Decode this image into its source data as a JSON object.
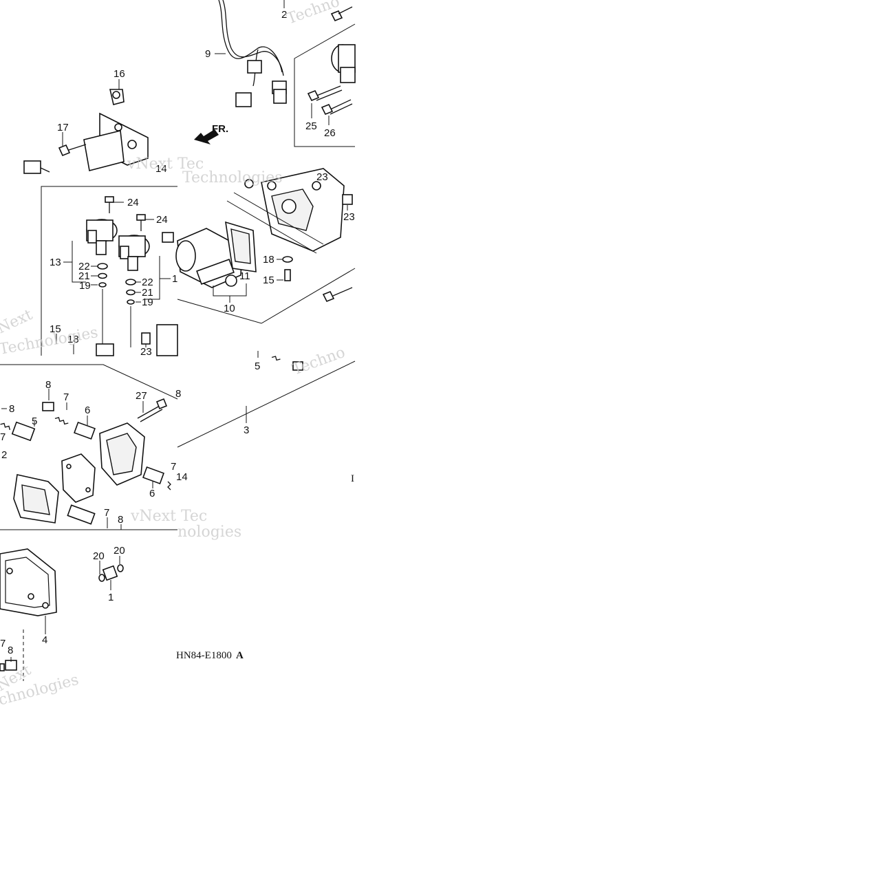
{
  "diagram_code": "HN84-E1800",
  "diagram_code_suffix": "A",
  "front_arrow_label": "FR.",
  "watermarks": [
    "Techno",
    "vNext Tec",
    "Technologies",
    "Next",
    "Technologies",
    "Techno",
    "vNext Tec",
    "nologies",
    "Next",
    "chnologies"
  ],
  "callouts": {
    "c2a": "2",
    "c9": "9",
    "c16": "16",
    "c17": "17",
    "c14a": "14",
    "c25": "25",
    "c26": "26",
    "c23a": "23",
    "c23b": "23",
    "c24a": "24",
    "c24b": "24",
    "c13": "13",
    "c22a": "22",
    "c21a": "21",
    "c19a": "19",
    "c22b": "22",
    "c21b": "21",
    "c19b": "19",
    "c1a": "1",
    "c11": "11",
    "c10": "10",
    "c18a": "18",
    "c15a": "15",
    "c15b": "15",
    "c18b": "18",
    "c23c": "23",
    "c5a": "5",
    "c3": "3",
    "c8a": "8",
    "c7a": "7",
    "c6a": "6",
    "c27": "27",
    "c8b": "8",
    "c5b": "5",
    "c7b": "7",
    "c2b": "2",
    "c7c": "7",
    "c14b": "14",
    "c6b": "6",
    "c7d": "7",
    "c8c": "8",
    "c20a": "20",
    "c20b": "20",
    "c1b": "1",
    "c4": "4",
    "c7e": "7",
    "c8d": "8",
    "c8e": "8"
  },
  "icons": {
    "front_arrow": "front-direction-arrow-icon"
  }
}
